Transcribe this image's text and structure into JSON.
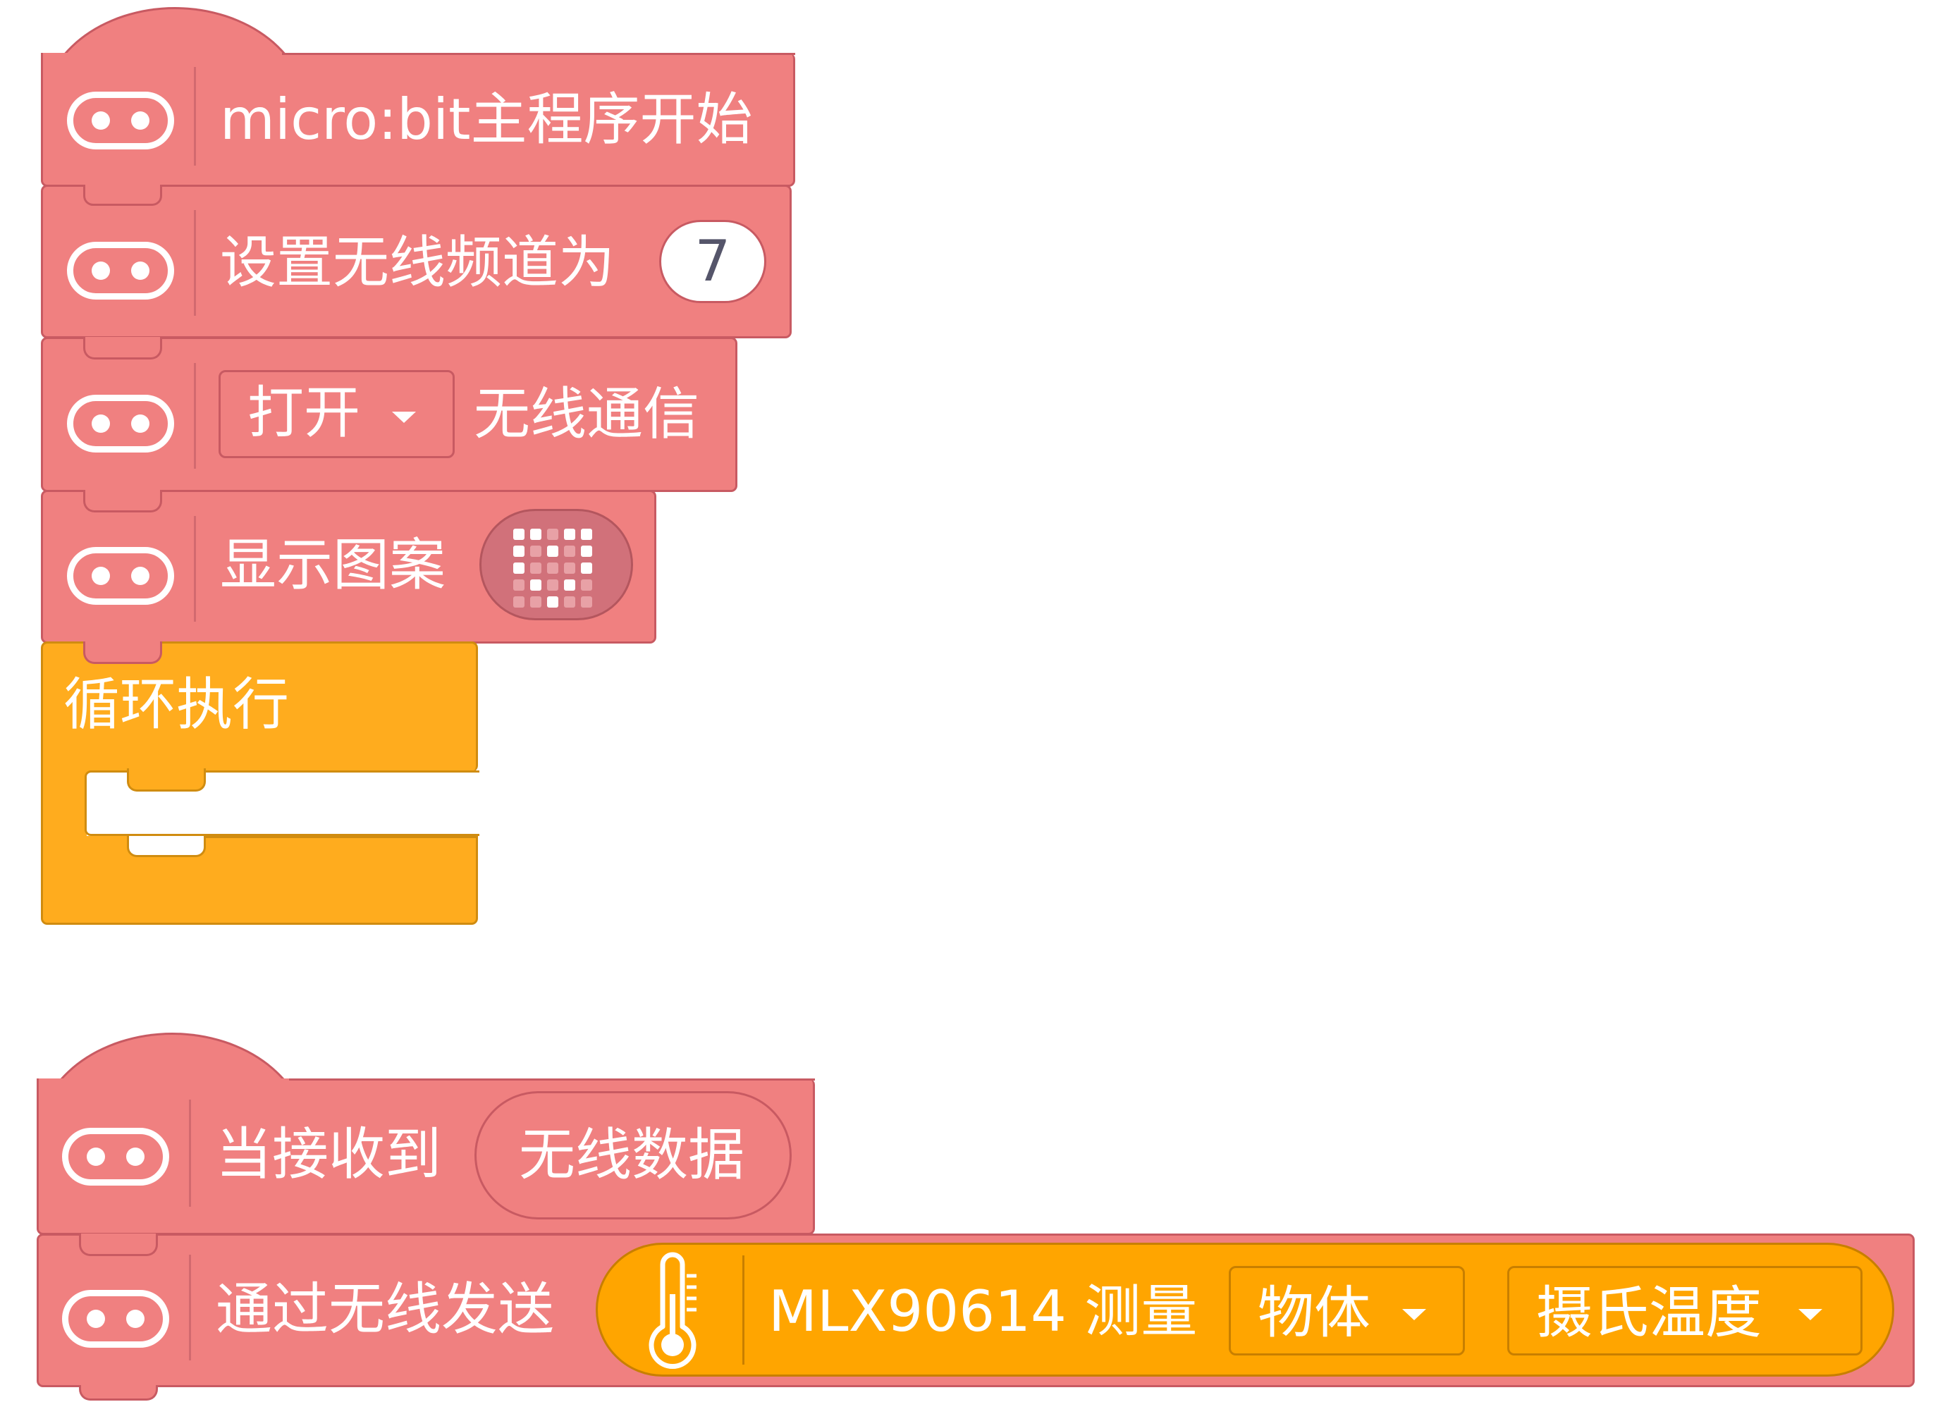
{
  "program1": {
    "start_label": "micro:bit主程序开始",
    "set_channel_label": "设置无线频道为",
    "channel_value": "7",
    "radio_state_option": "打开",
    "radio_label": "无线通信",
    "show_pattern_label": "显示图案",
    "loop_label": "循环执行",
    "pattern": [
      [
        1,
        1,
        0,
        1,
        1
      ],
      [
        1,
        0,
        1,
        0,
        1
      ],
      [
        1,
        0,
        0,
        0,
        1
      ],
      [
        0,
        1,
        0,
        1,
        0
      ],
      [
        0,
        0,
        1,
        0,
        0
      ]
    ]
  },
  "program2": {
    "receive_label": "当接收到",
    "receive_data_label": "无线数据",
    "send_label": "通过无线发送",
    "sensor_label": "MLX90614 测量",
    "target_option": "物体",
    "unit_option": "摄氏温度"
  },
  "colors": {
    "block": "#F08080",
    "block_border": "#C85A62",
    "loop": "#FFAC1E",
    "sensor": "#FFA500"
  },
  "icons": {
    "microbit": "microbit-icon",
    "thermometer": "thermometer-icon",
    "dropdown": "dropdown-caret-icon"
  }
}
